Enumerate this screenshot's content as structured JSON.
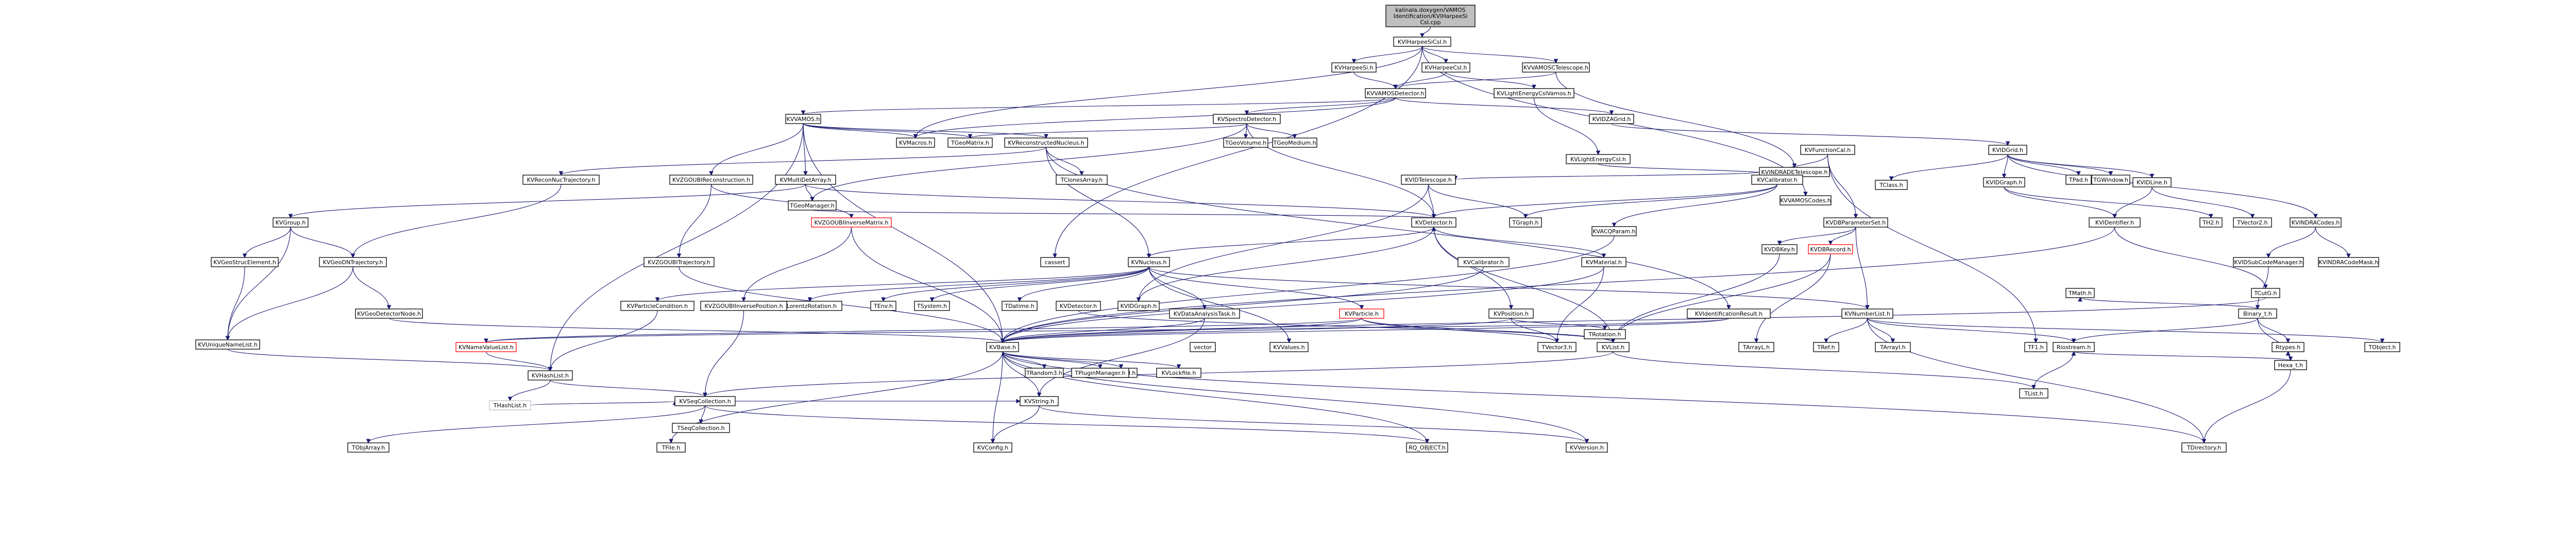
{
  "graph": {
    "nodes": [
      {
        "id": "root",
        "lines": [
          "kalinala.doxygen/VAMOS",
          "Identification/KVIHarpeeSi",
          "CsI.cpp"
        ],
        "style": "root"
      },
      {
        "id": "KVIHarpeeSiCsI",
        "lines": [
          "KVIHarpeeSiCsI.h"
        ]
      },
      {
        "id": "KVHarpeeSi",
        "lines": [
          "KVHarpeeSi.h"
        ]
      },
      {
        "id": "KVHarpeeCsI",
        "lines": [
          "KVHarpeeCsI.h"
        ]
      },
      {
        "id": "KVVAMOSDetector",
        "lines": [
          "KVVAMOSDetector.h"
        ]
      },
      {
        "id": "KVLightEnergyCsIVamos",
        "lines": [
          "KVLightEnergyCsIVamos.h"
        ]
      },
      {
        "id": "KVVAMOSCodes",
        "lines": [
          "KVVAMOSCodes.h"
        ]
      },
      {
        "id": "KVVAMOSCTelescope",
        "lines": [
          "KVVAMOSCTelescope.h"
        ]
      },
      {
        "id": "KVVAMOS",
        "lines": [
          "KVVAMOS.h"
        ]
      },
      {
        "id": "KVSpectroDetector",
        "lines": [
          "KVSpectroDetector.h"
        ]
      },
      {
        "id": "KVIDZAGrid",
        "lines": [
          "KVIDZAGrid.h"
        ]
      },
      {
        "id": "KVINDRADETelescope",
        "lines": [
          "KVINDRADETelescope.h"
        ]
      },
      {
        "id": "KVMacros",
        "lines": [
          "KVMacros.h"
        ]
      },
      {
        "id": "TGeoMatrix",
        "lines": [
          "TGeoMatrix.h"
        ]
      },
      {
        "id": "KVReconstructedNucleus",
        "lines": [
          "KVReconstructedNucleus.h"
        ]
      },
      {
        "id": "TGeoVolume",
        "lines": [
          "TGeoVolume.h"
        ]
      },
      {
        "id": "TGeoMedium",
        "lines": [
          "TGeoMedium.h"
        ]
      },
      {
        "id": "KVLightEnergyCsI",
        "lines": [
          "KVLightEnergyCsI.h"
        ]
      },
      {
        "id": "KVFunctionCal",
        "lines": [
          "KVFunctionCal.h"
        ]
      },
      {
        "id": "KVIDGrid",
        "lines": [
          "KVIDGrid.h"
        ]
      },
      {
        "id": "KVVAMOSCodes2",
        "lines": [
          "KVVAMOSCodes.h"
        ]
      },
      {
        "id": "TClonesArray",
        "lines": [
          "TClonesArray.h"
        ]
      },
      {
        "id": "KVZGOUBIReconstruction",
        "lines": [
          "KVZGOUBIReconstruction.h"
        ]
      },
      {
        "id": "KVMultiDetArray",
        "lines": [
          "KVMultiDetArray.h"
        ]
      },
      {
        "id": "KVReconNucTrajectory",
        "lines": [
          "KVReconNucTrajectory.h"
        ]
      },
      {
        "id": "KVIDTelescope",
        "lines": [
          "KVIDTelescope.h"
        ]
      },
      {
        "id": "KVCalibrator",
        "lines": [
          "KVCalibrator.h"
        ]
      },
      {
        "id": "KVDBParameterSet",
        "lines": [
          "KVDBParameterSet.h"
        ]
      },
      {
        "id": "KVINDRACodes",
        "lines": [
          "KVINDRACodes.h"
        ]
      },
      {
        "id": "TClass",
        "lines": [
          "TClass.h"
        ]
      },
      {
        "id": "KVIDGraph",
        "lines": [
          "KVIDGraph.h"
        ]
      },
      {
        "id": "TPad",
        "lines": [
          "TPad.h"
        ]
      },
      {
        "id": "TGWindow",
        "lines": [
          "TGWindow.h"
        ]
      },
      {
        "id": "KVIDLine",
        "lines": [
          "KVIDLine.h"
        ]
      },
      {
        "id": "KVGroup",
        "lines": [
          "KVGroup.h"
        ]
      },
      {
        "id": "KVZGOUBIInverseMatrix",
        "lines": [
          "KVZGOUBIInverseMatrix.h"
        ],
        "style": "red"
      },
      {
        "id": "TGeoManager",
        "lines": [
          "TGeoManager.h"
        ]
      },
      {
        "id": "KVDetector",
        "lines": [
          "KVDetector.h"
        ]
      },
      {
        "id": "TGraph",
        "lines": [
          "TGraph.h"
        ]
      },
      {
        "id": "KVIDentifier",
        "lines": [
          "KVIDentifier.h"
        ]
      },
      {
        "id": "TH2",
        "lines": [
          "TH2.h"
        ]
      },
      {
        "id": "TVector2",
        "lines": [
          "TVector2.h"
        ]
      },
      {
        "id": "KVINDRACodeMask",
        "lines": [
          "KVINDRACodeMask.h"
        ]
      },
      {
        "id": "KVDSubCodeManager",
        "lines": [
          "KVIDSubCodeManager.h"
        ]
      },
      {
        "id": "KVDBRecord",
        "lines": [
          "KVDBRecord.h"
        ],
        "style": "red"
      },
      {
        "id": "KVDBKey",
        "lines": [
          "KVDBKey.h"
        ]
      },
      {
        "id": "KVGeoDNTrajectory",
        "lines": [
          "KVGeoDNTrajectory.h"
        ]
      },
      {
        "id": "KVGeoStrucElement",
        "lines": [
          "KVGeoStrucElement.h"
        ]
      },
      {
        "id": "KVZGOUBITrajectory",
        "lines": [
          "KVZGOUBITrajectory.h"
        ]
      },
      {
        "id": "cassert",
        "lines": [
          "cassert"
        ]
      },
      {
        "id": "KVNucleus",
        "lines": [
          "KVNucleus.h"
        ]
      },
      {
        "id": "KVMaterial",
        "lines": [
          "KVMaterial.h"
        ]
      },
      {
        "id": "KVACQParam",
        "lines": [
          "KVACQParam.h"
        ]
      },
      {
        "id": "KVCalibrator2",
        "lines": [
          "KVCalibrator.h"
        ]
      },
      {
        "id": "TCutG",
        "lines": [
          "TCutG.h"
        ]
      },
      {
        "id": "KVHashList",
        "lines": [
          "KVHashList.h"
        ]
      },
      {
        "id": "KVGeoDetectorNode",
        "lines": [
          "KVGeoDetectorNode.h"
        ]
      },
      {
        "id": "KVUniqueNameList",
        "lines": [
          "KVUniqueNameList.h"
        ]
      },
      {
        "id": "KVNameValueList",
        "lines": [
          "KVNameValueList.h"
        ],
        "style": "red"
      },
      {
        "id": "KVBase",
        "lines": [
          "KVBase.h"
        ]
      },
      {
        "id": "KVList",
        "lines": [
          "KVList.h"
        ]
      },
      {
        "id": "KVSeqCollection",
        "lines": [
          "KVSeqCollection.h"
        ]
      },
      {
        "id": "KVString",
        "lines": [
          "KVString.h"
        ]
      },
      {
        "id": "KVVersion",
        "lines": [
          "KVVersion.h"
        ]
      },
      {
        "id": "KVConfig",
        "lines": [
          "KVConfig.h"
        ]
      },
      {
        "id": "RQ_OBJECT",
        "lines": [
          "RQ_OBJECT.h"
        ]
      },
      {
        "id": "TDirectory",
        "lines": [
          "TDirectory.h"
        ]
      },
      {
        "id": "KVParticle",
        "lines": [
          "KVParticle.h"
        ],
        "style": "red"
      },
      {
        "id": "KVPosition",
        "lines": [
          "KVPosition.h"
        ]
      },
      {
        "id": "KVIdentificationResult",
        "lines": [
          "KVIdentificationResult.h"
        ]
      },
      {
        "id": "KVNumberList",
        "lines": [
          "KVNumberList.h"
        ]
      },
      {
        "id": "Binary_t",
        "lines": [
          "Binary_t.h"
        ]
      },
      {
        "id": "Hexa_t",
        "lines": [
          "Hexa_t.h"
        ]
      },
      {
        "id": "TList",
        "lines": [
          "TList.h"
        ]
      },
      {
        "id": "Riostream",
        "lines": [
          "Riostream.h"
        ]
      },
      {
        "id": "Rtypes",
        "lines": [
          "Rtypes.h"
        ]
      },
      {
        "id": "TObject",
        "lines": [
          "TObject.h"
        ]
      },
      {
        "id": "TMath",
        "lines": [
          "TMath.h"
        ]
      },
      {
        "id": "TF1",
        "lines": [
          "TF1.h"
        ]
      },
      {
        "id": "TRef",
        "lines": [
          "TRef.h"
        ]
      },
      {
        "id": "TArrayI",
        "lines": [
          "TArrayI.h"
        ]
      },
      {
        "id": "TArrayL",
        "lines": [
          "TArrayL.h"
        ]
      },
      {
        "id": "TVector3",
        "lines": [
          "TVector3.h"
        ]
      },
      {
        "id": "TRotation",
        "lines": [
          "TRotation.h"
        ]
      },
      {
        "id": "vector",
        "lines": [
          "vector"
        ]
      },
      {
        "id": "TObjArray",
        "lines": [
          "TObjArray.h"
        ]
      },
      {
        "id": "TFile",
        "lines": [
          "TFile.h"
        ]
      },
      {
        "id": "TSeqCollection",
        "lines": [
          "TSeqCollection.h"
        ]
      },
      {
        "id": "THashList",
        "lines": [
          "THashList.h"
        ],
        "style": "gray"
      },
      {
        "id": "TNamed",
        "lines": [
          "TNamed.h"
        ]
      },
      {
        "id": "TRandom3",
        "lines": [
          "TRandom3.h"
        ]
      },
      {
        "id": "TPluginManager",
        "lines": [
          "TPluginManager.h"
        ]
      },
      {
        "id": "KVLockfile",
        "lines": [
          "KVLockfile.h"
        ]
      },
      {
        "id": "TLorentzRotation",
        "lines": [
          "TLorentzRotation.h"
        ]
      },
      {
        "id": "TEnv",
        "lines": [
          "TEnv.h"
        ]
      },
      {
        "id": "TSystem",
        "lines": [
          "TSystem.h"
        ]
      },
      {
        "id": "KVParticleCondition",
        "lines": [
          "KVParticleCondition.h"
        ]
      },
      {
        "id": "KVZGOUBIInversePosition",
        "lines": [
          "KVZGOUBIInversePosition.h"
        ]
      },
      {
        "id": "KVDataAnalysisTask",
        "lines": [
          "KVDataAnalysisTask.h"
        ]
      },
      {
        "id": "KVValues",
        "lines": [
          "KVValues.h"
        ]
      },
      {
        "id": "TDatime",
        "lines": [
          "TDatime.h"
        ]
      },
      {
        "id": "KVDetector2",
        "lines": [
          "KVDetector.h"
        ]
      },
      {
        "id": "KVIDGraph2",
        "lines": [
          "KVIDGraph.h"
        ]
      }
    ]
  }
}
